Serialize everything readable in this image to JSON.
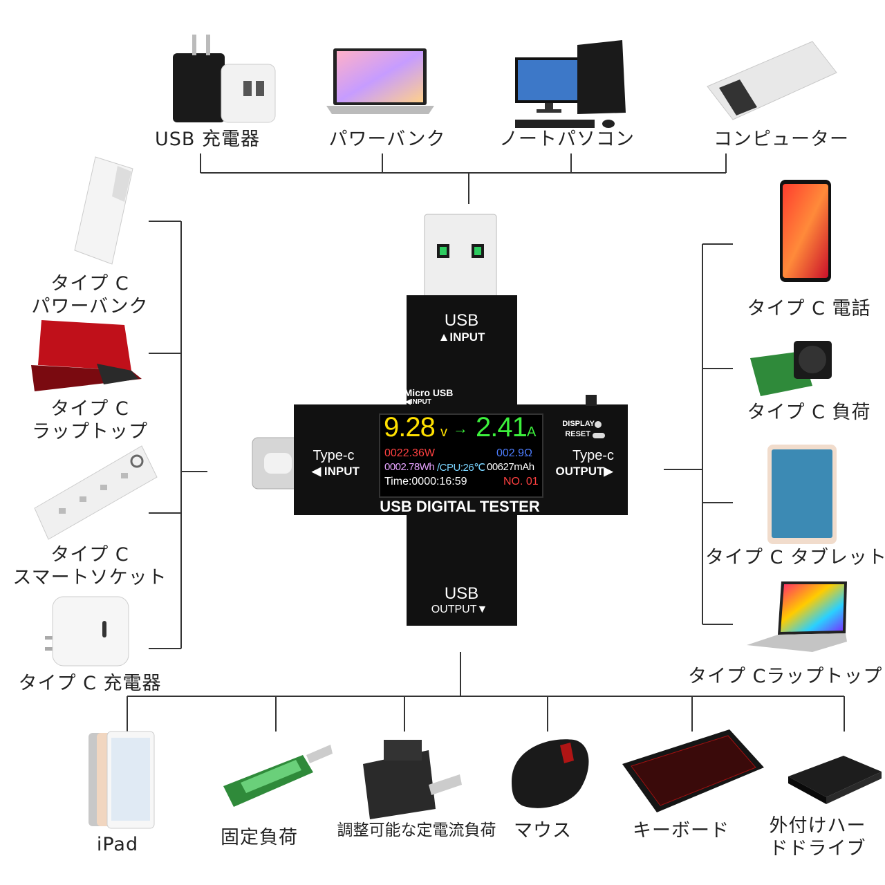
{
  "top_devices": [
    {
      "label": "USB 充電器",
      "icon": "usb-charger-icon"
    },
    {
      "label": "パワーバンク",
      "icon": "laptop-icon"
    },
    {
      "label": "ノートパソコン",
      "icon": "desktop-pc-icon"
    },
    {
      "label": "コンピューター",
      "icon": "power-bank-icon"
    }
  ],
  "left_devices": [
    {
      "lines": [
        "タイプ C",
        "パワーバンク"
      ],
      "icon": "power-bank-icon"
    },
    {
      "lines": [
        "タイプ C",
        "ラップトップ"
      ],
      "icon": "red-laptop-icon"
    },
    {
      "lines": [
        "タイプ C",
        "スマートソケット"
      ],
      "icon": "power-strip-icon"
    },
    {
      "lines": [
        "タイプ C 充電器"
      ],
      "icon": "usb-c-charger-icon"
    }
  ],
  "right_devices": [
    {
      "label": "タイプ C 電話",
      "icon": "phone-icon"
    },
    {
      "label": "タイプ C 負荷",
      "icon": "load-board-icon"
    },
    {
      "label": "タイプ C タブレット",
      "icon": "tablet-icon"
    },
    {
      "label": "タイプ Cラップトップ",
      "icon": "laptop-icon"
    }
  ],
  "bottom_devices": [
    {
      "label": "iPad",
      "icon": "ipad-icon"
    },
    {
      "label": "固定負荷",
      "icon": "fixed-load-icon"
    },
    {
      "label": "調整可能な定電流負荷",
      "icon": "adjustable-load-icon"
    },
    {
      "label": "マウス",
      "icon": "mouse-icon"
    },
    {
      "label": "キーボード",
      "icon": "keyboard-icon"
    },
    {
      "lines": [
        "外付けハー",
        "ドドライブ"
      ],
      "icon": "hard-drive-icon"
    }
  ],
  "tester": {
    "usb_input_title": "USB",
    "usb_input_sub": "▲INPUT",
    "micro_usb_title": "Micro USB",
    "micro_usb_sub": "◀INPUT",
    "display_label": "DISPLAY",
    "reset_label": "RESET",
    "typec_input_title": "Type-c",
    "typec_input_sub": "◀ INPUT",
    "typec_output_title": "Type-c",
    "typec_output_sub": "OUTPUT▶",
    "name": "USB DIGITAL TESTER",
    "usb_output_title": "USB",
    "usb_output_sub": "OUTPUT▼",
    "screen": {
      "voltage": "9.28",
      "voltage_unit": "v",
      "arrow": "→",
      "current": "2.41",
      "current_unit": "A",
      "power": "0022.36W",
      "resistance": "002.9Ω",
      "energy": "0002.78Wh",
      "cpu": "/CPU:26℃",
      "capacity": "00627mAh",
      "time": "Time:0000:16:59",
      "record": "NO. 01"
    }
  },
  "colors": {
    "line": "#333333",
    "device_body": "#111111",
    "voltage": "#ffe000",
    "current": "#3cf03c",
    "power": "#ff4040",
    "resistance": "#4d7dff",
    "energy": "#e6a3ff",
    "cpu": "#7ad4ff"
  }
}
